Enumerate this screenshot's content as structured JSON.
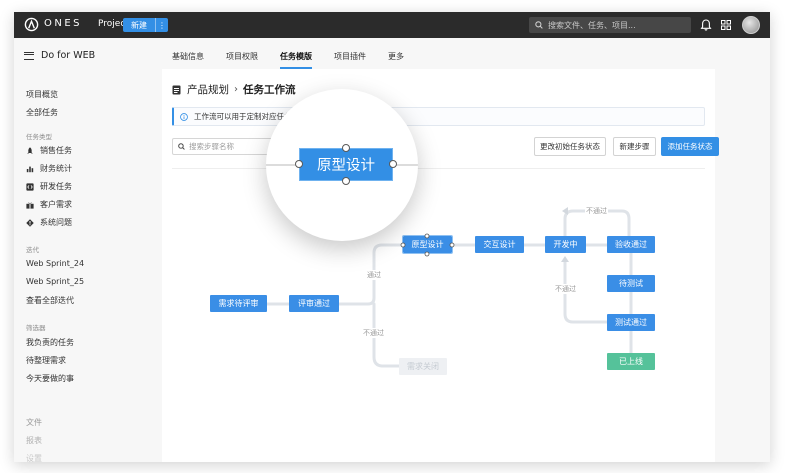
{
  "app": {
    "logo_text": "ONES",
    "logo_sub": "Project",
    "new_button": "新建",
    "new_more": "⋮",
    "search_placeholder": "搜索文件、任务、项目..."
  },
  "sidebar": {
    "project": "Do for WEB",
    "top_items": [
      "项目概览",
      "全部任务"
    ],
    "group_task_types": "任务类型",
    "task_types": [
      {
        "label": "销售任务",
        "icon": "rocket-icon"
      },
      {
        "label": "财务统计",
        "icon": "bar-chart-icon"
      },
      {
        "label": "研发任务",
        "icon": "code-icon"
      },
      {
        "label": "客户需求",
        "icon": "gift-icon"
      },
      {
        "label": "系统问题",
        "icon": "alert-icon"
      }
    ],
    "group_sprints": "迭代",
    "sprints": [
      "Web Sprint_24",
      "Web Sprint_25",
      "查看全部迭代"
    ],
    "group_filters": "筛选器",
    "filters": [
      "我负责的任务",
      "待整理需求",
      "今天要做的事"
    ],
    "bottom_items": [
      "文件",
      "报表",
      "设置"
    ]
  },
  "tabs": [
    {
      "label": "基础信息",
      "active": false
    },
    {
      "label": "项目权限",
      "active": false
    },
    {
      "label": "任务模版",
      "active": true
    },
    {
      "label": "项目插件",
      "active": false
    },
    {
      "label": "更多",
      "active": false
    }
  ],
  "main": {
    "breadcrumb_parent": "产品规划",
    "breadcrumb_sep": "›",
    "breadcrumb_current": "任务工作流",
    "info_text": "工作流可以用于定制对应任务",
    "step_search_placeholder": "搜索步骤名称",
    "btn_change_initial": "更改初始任务状态",
    "btn_new_step": "新建步骤",
    "btn_add_status": "添加任务状态"
  },
  "flow": {
    "nodes": {
      "pending_review": "需求待评审",
      "review_passed": "评审通过",
      "prototype": "原型设计",
      "interaction": "交互设计",
      "developing": "开发中",
      "acceptance": "验收通过",
      "to_test": "待测试",
      "test_passed": "测试通过",
      "online": "已上线",
      "closed": "需求关闭"
    },
    "labels": {
      "pass": "通过",
      "fail_a": "不通过",
      "fail_b": "不通过",
      "fail_c": "不通过"
    },
    "magnified_node": "原型设计"
  },
  "colors": {
    "accent": "#338fe5",
    "success": "#55c29a",
    "topbar": "#2b2b2b"
  }
}
